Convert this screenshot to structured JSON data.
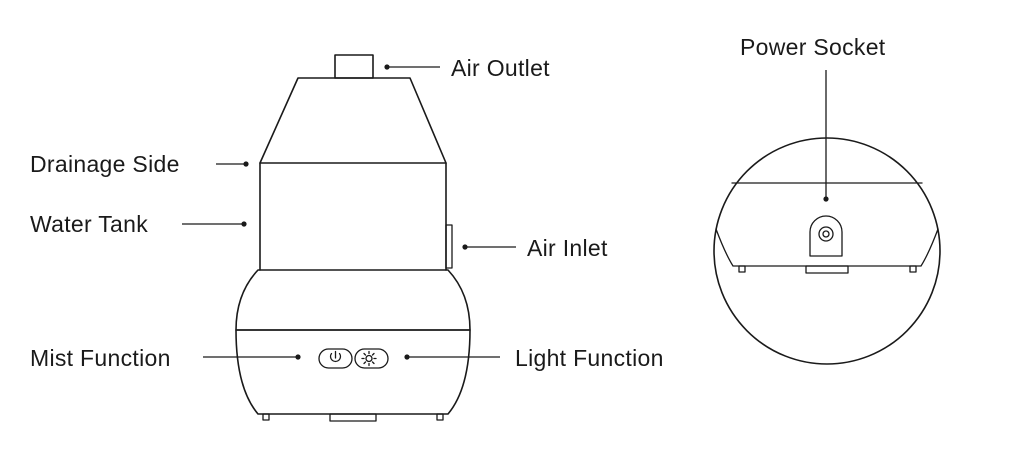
{
  "labels": {
    "air_outlet": "Air Outlet",
    "drainage_side": "Drainage Side",
    "water_tank": "Water Tank",
    "air_inlet": "Air Inlet",
    "mist_function": "Mist Function",
    "light_function": "Light Function",
    "power_socket": "Power Socket"
  },
  "icons": {
    "mist_button": "power-icon",
    "light_button": "sun-icon"
  },
  "colors": {
    "line": "#1a1a1a",
    "background": "#ffffff"
  }
}
